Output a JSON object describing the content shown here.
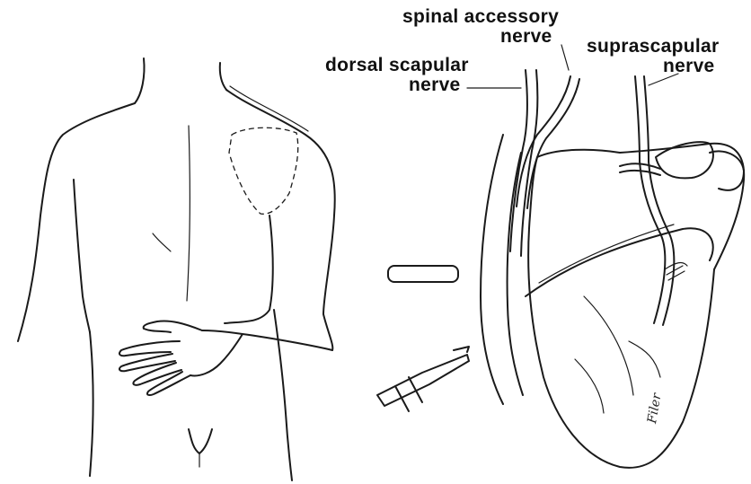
{
  "labels": {
    "spinal_accessory_line1": "spinal accessory",
    "spinal_accessory_line2": "nerve",
    "suprascapular_line1": "suprascapular",
    "suprascapular_line2": "nerve",
    "dorsal_scapular_line1": "dorsal scapular",
    "dorsal_scapular_line2": "nerve"
  },
  "signature": "Filer",
  "colors": {
    "ink": "#1a1a1a",
    "paper": "#ffffff"
  }
}
